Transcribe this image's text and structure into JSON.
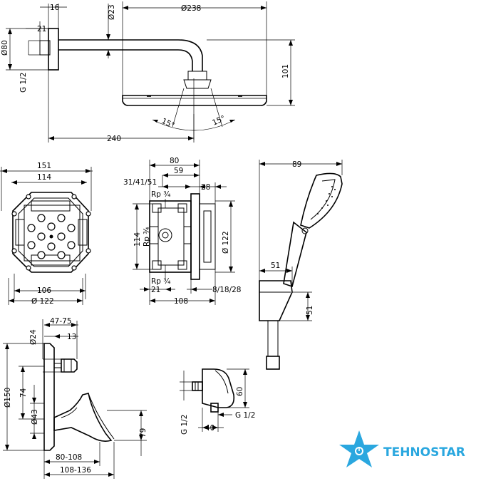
{
  "labels": {
    "arm_16": "16",
    "arm_21": "21",
    "arm_d80": "Ø80",
    "arm_g12": "G 1/2",
    "arm_d23": "Ø23",
    "arm_d238": "Ø238",
    "arm_101": "101",
    "arm_240": "240",
    "arm_15a": "15°",
    "arm_15b": "15°",
    "box_151": "151",
    "box_114": "114",
    "box_106": "106",
    "box_d122": "Ø 122",
    "ib_80": "80",
    "ib_59": "59",
    "ib_314151": "31/41/51",
    "ib_rp34a": "Rp ¾",
    "ib_28": "28",
    "ib_114": "114",
    "ib_rp34b": "Rp ¾",
    "ib_d122": "Ø 122",
    "ib_rp34c": "Rp ¾",
    "ib_21": "21",
    "ib_81828": "8/18/28",
    "ib_108": "108",
    "hs_89": "89",
    "hs_51a": "51",
    "hs_51b": "51",
    "mx_d24": "Ø24",
    "mx_4775": "47-75",
    "mx_13": "13",
    "mx_d150": "Ø150",
    "mx_74": "74",
    "mx_d43": "Ø43",
    "mx_79": "79",
    "mx_80108": "80-108",
    "mx_108136": "108-136",
    "wo_60": "60",
    "wo_g12a": "G 1/2",
    "wo_40": "40",
    "wo_g12b": "G 1/2"
  },
  "logo": {
    "text": "TEHNOSTAR",
    "star_color": "#2aa7df",
    "text_color": "#2aa7df"
  }
}
